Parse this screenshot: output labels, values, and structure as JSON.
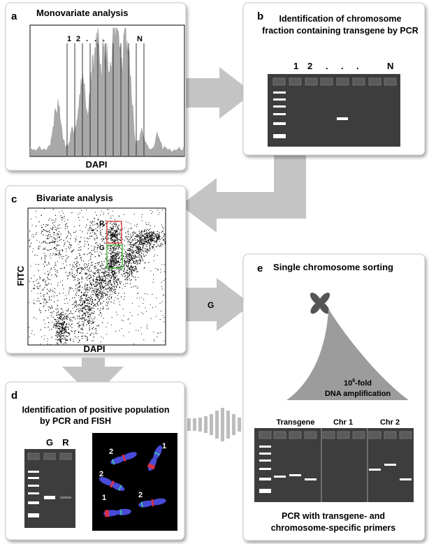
{
  "colors": {
    "arrow": "#c4c4c4",
    "gel_bg": "#3d3d3d",
    "gel_well": "#5a5a5a",
    "band": "#ffffff",
    "gate_r": "#d9383a",
    "gate_g": "#44b83a",
    "chrom_blue": "#4a4ad8",
    "chrom_red": "#d8304a",
    "chrom_green": "#3ac0a0",
    "sort_shape": "#9c9c9c"
  },
  "panels": {
    "a": {
      "letter": "a",
      "title": "Monovariate analysis",
      "axis_label": "DAPI",
      "lane_labels": [
        "1",
        "2",
        ".",
        ".",
        ".",
        "N"
      ]
    },
    "b": {
      "letter": "b",
      "title_line1": "Identification of chromosome",
      "title_line2": "fraction containing transgene by PCR",
      "lane_labels": [
        "1",
        "2",
        ".",
        ".",
        ".",
        "N"
      ]
    },
    "c": {
      "letter": "c",
      "title": "Bivariate analysis",
      "x_label": "DAPI",
      "y_label": "FITC",
      "gate_r_label": "R",
      "gate_g_label": "G",
      "arrow_label": "G"
    },
    "d": {
      "letter": "d",
      "title_line1": "Identification of positive population",
      "title_line2": "by PCR and FISH",
      "lane_labels": [
        "G",
        "R"
      ],
      "chromosome_labels": [
        "1",
        "2",
        "2",
        "2",
        "1"
      ]
    },
    "e": {
      "letter": "e",
      "title": "Single chromosome sorting",
      "amp_line1_base": "10",
      "amp_line1_sup": "6",
      "amp_line1_rest": "-fold",
      "amp_line2": "DNA amplification",
      "group_labels": [
        "Transgene",
        "Chr 1",
        "Chr 2"
      ],
      "caption_line1": "PCR with transgene- and",
      "caption_line2": "chromosome-specific primers"
    }
  }
}
